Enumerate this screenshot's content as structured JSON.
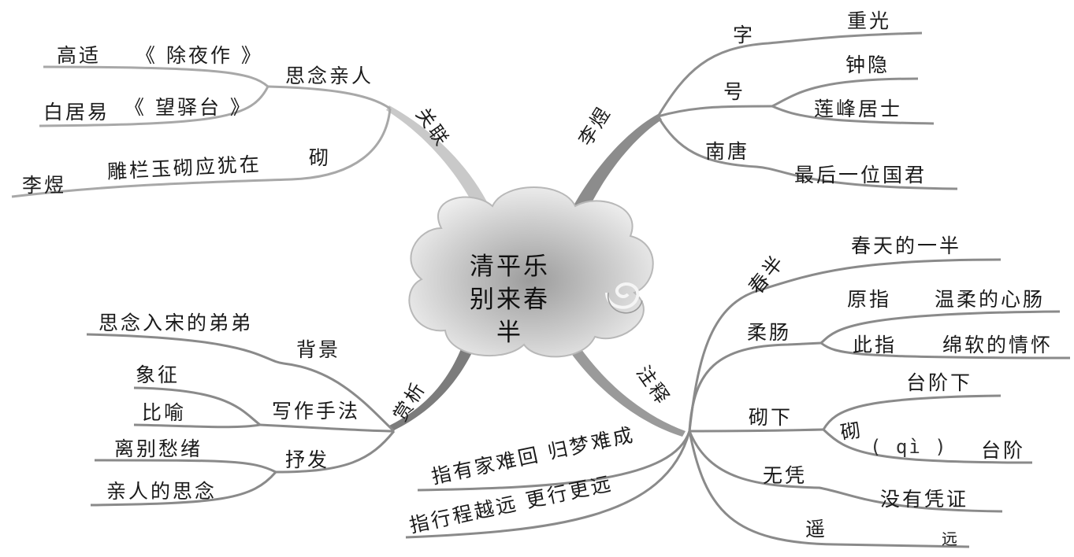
{
  "center": {
    "line1": "清平乐",
    "line2": "别来春半"
  },
  "branches": {
    "author": {
      "label": "李煜",
      "zi": {
        "label": "字",
        "value": "重光"
      },
      "hao": {
        "label": "号",
        "values": [
          "钟隐",
          "莲峰居士"
        ]
      },
      "nantang": {
        "label": "南唐",
        "value": "最后一位国君"
      }
    },
    "notes": {
      "label": "注释",
      "chunban": {
        "label": "春半",
        "value": "春天的一半"
      },
      "rouchang": {
        "label": "柔肠",
        "yuanzhi_label": "原指",
        "yuanzhi_value": "温柔的心肠",
        "cizhi_label": "此指",
        "cizhi_value": "绵软的情怀"
      },
      "qixia": {
        "label": "砌下",
        "value": "台阶下",
        "qi_char": "砌",
        "qi_pinyin": "( qì )",
        "qi_value": "台阶"
      },
      "wuping": {
        "label": "无凭",
        "value": "没有凭证"
      },
      "yao": {
        "label": "遥",
        "value": "远"
      },
      "meaning1": "指有家难回 归梦难成",
      "meaning2": "指行程越远 更行更远"
    },
    "appreciation": {
      "label": "赏析",
      "beijing": {
        "label": "背景",
        "value": "思念入宋的弟弟"
      },
      "xiezuo": {
        "label": "写作手法",
        "values": [
          "象征",
          "比喻"
        ]
      },
      "shufa": {
        "label": "抒发",
        "values": [
          "离别愁绪",
          "亲人的思念"
        ]
      }
    },
    "links": {
      "label": "关联",
      "sinian": {
        "label": "思念亲人",
        "items": [
          {
            "author": "高适",
            "work": "《 除夜作 》"
          },
          {
            "author": "白居易",
            "work": "《 望驿台 》"
          }
        ]
      },
      "qi": {
        "label": "砌",
        "line": "雕栏玉砌应犹在",
        "author": "李煜"
      }
    }
  },
  "colors": {
    "line": "#9a9a9a",
    "line_dark": "#6e6e6e",
    "trunk": "#8a8a8a",
    "cloud": "#d6d6d6"
  }
}
